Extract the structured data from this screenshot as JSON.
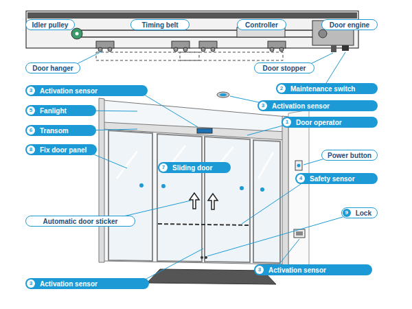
{
  "diagram": {
    "nodes": [
      {
        "text": [
          "Idler pulley"
        ]
      },
      {
        "text": [
          "Timing belt"
        ]
      },
      {
        "text": [
          "Controller"
        ]
      },
      {
        "text": [
          "Door engine"
        ]
      },
      {
        "text": [
          "Door hanger"
        ]
      },
      {
        "text": [
          "Door stopper"
        ]
      },
      {
        "text": [
          "2",
          "Maintenance switch"
        ]
      },
      {
        "text": [
          "3",
          "Activation sensor"
        ]
      },
      {
        "text": [
          "3",
          "Activation sensor"
        ]
      },
      {
        "text": [
          "5",
          "Fanlight"
        ]
      },
      {
        "text": [
          "1",
          "Door operator"
        ]
      },
      {
        "text": [
          "6",
          "Transom"
        ]
      },
      {
        "text": [
          "8",
          "Fix door panel"
        ]
      },
      {
        "text": [
          "Power button"
        ]
      },
      {
        "text": [
          "7",
          "Sliding door"
        ]
      },
      {
        "text": [
          "4",
          "Safety sensor"
        ]
      },
      {
        "text": [
          "9",
          "Lock"
        ]
      },
      {
        "text": [
          "Automatic door sticker"
        ]
      },
      {
        "text": [
          "3",
          "Activation sensor"
        ]
      },
      {
        "text": [
          "3",
          "Activation sensor"
        ]
      }
    ]
  }
}
